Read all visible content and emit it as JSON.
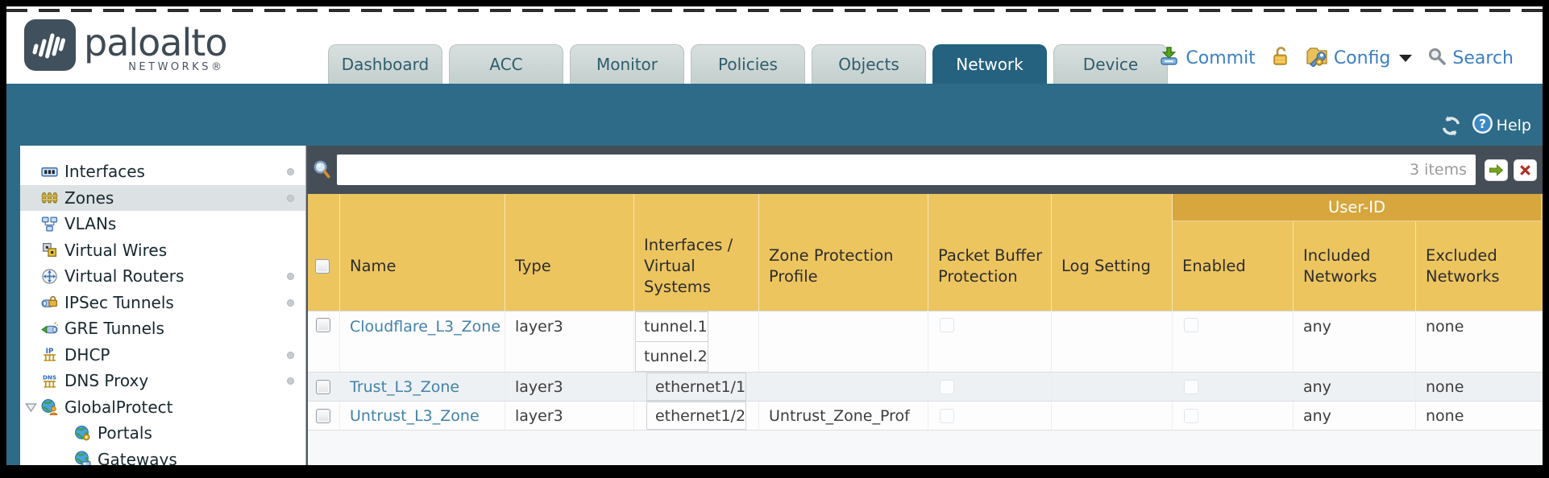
{
  "brand": {
    "name": "paloalto",
    "subtitle": "NETWORKS®"
  },
  "nav": {
    "tabs": [
      {
        "label": "Dashboard",
        "active": false
      },
      {
        "label": "ACC",
        "active": false
      },
      {
        "label": "Monitor",
        "active": false
      },
      {
        "label": "Policies",
        "active": false
      },
      {
        "label": "Objects",
        "active": false
      },
      {
        "label": "Network",
        "active": true
      },
      {
        "label": "Device",
        "active": false
      }
    ]
  },
  "actions": {
    "commit": "Commit",
    "config": "Config",
    "search": "Search"
  },
  "toolbar": {
    "help": "Help"
  },
  "filter": {
    "value": "",
    "count": "3 items"
  },
  "sidebar": {
    "items": [
      {
        "label": "Interfaces",
        "icon": "interfaces-icon",
        "dot": true
      },
      {
        "label": "Zones",
        "icon": "zones-icon",
        "dot": true,
        "selected": true
      },
      {
        "label": "VLANs",
        "icon": "vlans-icon"
      },
      {
        "label": "Virtual Wires",
        "icon": "virtual-wires-icon"
      },
      {
        "label": "Virtual Routers",
        "icon": "virtual-routers-icon",
        "dot": true
      },
      {
        "label": "IPSec Tunnels",
        "icon": "ipsec-tunnels-icon",
        "dot": true
      },
      {
        "label": "GRE Tunnels",
        "icon": "gre-tunnels-icon"
      },
      {
        "label": "DHCP",
        "icon": "dhcp-icon",
        "dot": true
      },
      {
        "label": "DNS Proxy",
        "icon": "dns-proxy-icon",
        "dot": true
      },
      {
        "label": "GlobalProtect",
        "icon": "globalprotect-icon",
        "expander": true
      },
      {
        "label": "Portals",
        "icon": "portals-icon",
        "indent": true
      },
      {
        "label": "Gateways",
        "icon": "gateways-icon",
        "indent": true
      }
    ]
  },
  "table": {
    "group_header": "User-ID",
    "columns": [
      "Name",
      "Type",
      "Interfaces / Virtual Systems",
      "Zone Protection Profile",
      "Packet Buffer Protection",
      "Log Setting",
      "Enabled",
      "Included Networks",
      "Excluded Networks"
    ],
    "rows": [
      {
        "name": "Cloudflare_L3_Zone",
        "type": "layer3",
        "interfaces": [
          "tunnel.1",
          "tunnel.2"
        ],
        "zone_protection_profile": "",
        "packet_buffer_protection": false,
        "log_setting": "",
        "user_id_enabled": false,
        "included_networks": "any",
        "excluded_networks": "none"
      },
      {
        "name": "Trust_L3_Zone",
        "type": "layer3",
        "interfaces": [
          "ethernet1/1"
        ],
        "zone_protection_profile": "",
        "packet_buffer_protection": false,
        "log_setting": "",
        "user_id_enabled": false,
        "included_networks": "any",
        "excluded_networks": "none"
      },
      {
        "name": "Untrust_L3_Zone",
        "type": "layer3",
        "interfaces": [
          "ethernet1/2"
        ],
        "zone_protection_profile": "Untrust_Zone_Prof",
        "packet_buffer_protection": false,
        "log_setting": "",
        "user_id_enabled": false,
        "included_networks": "any",
        "excluded_networks": "none"
      }
    ]
  },
  "colors": {
    "accent_teal": "#2e6b88",
    "header_gold": "#edc55f",
    "group_gold": "#d7a63d",
    "link_blue": "#4282a7",
    "action_blue": "#3c80c1"
  }
}
